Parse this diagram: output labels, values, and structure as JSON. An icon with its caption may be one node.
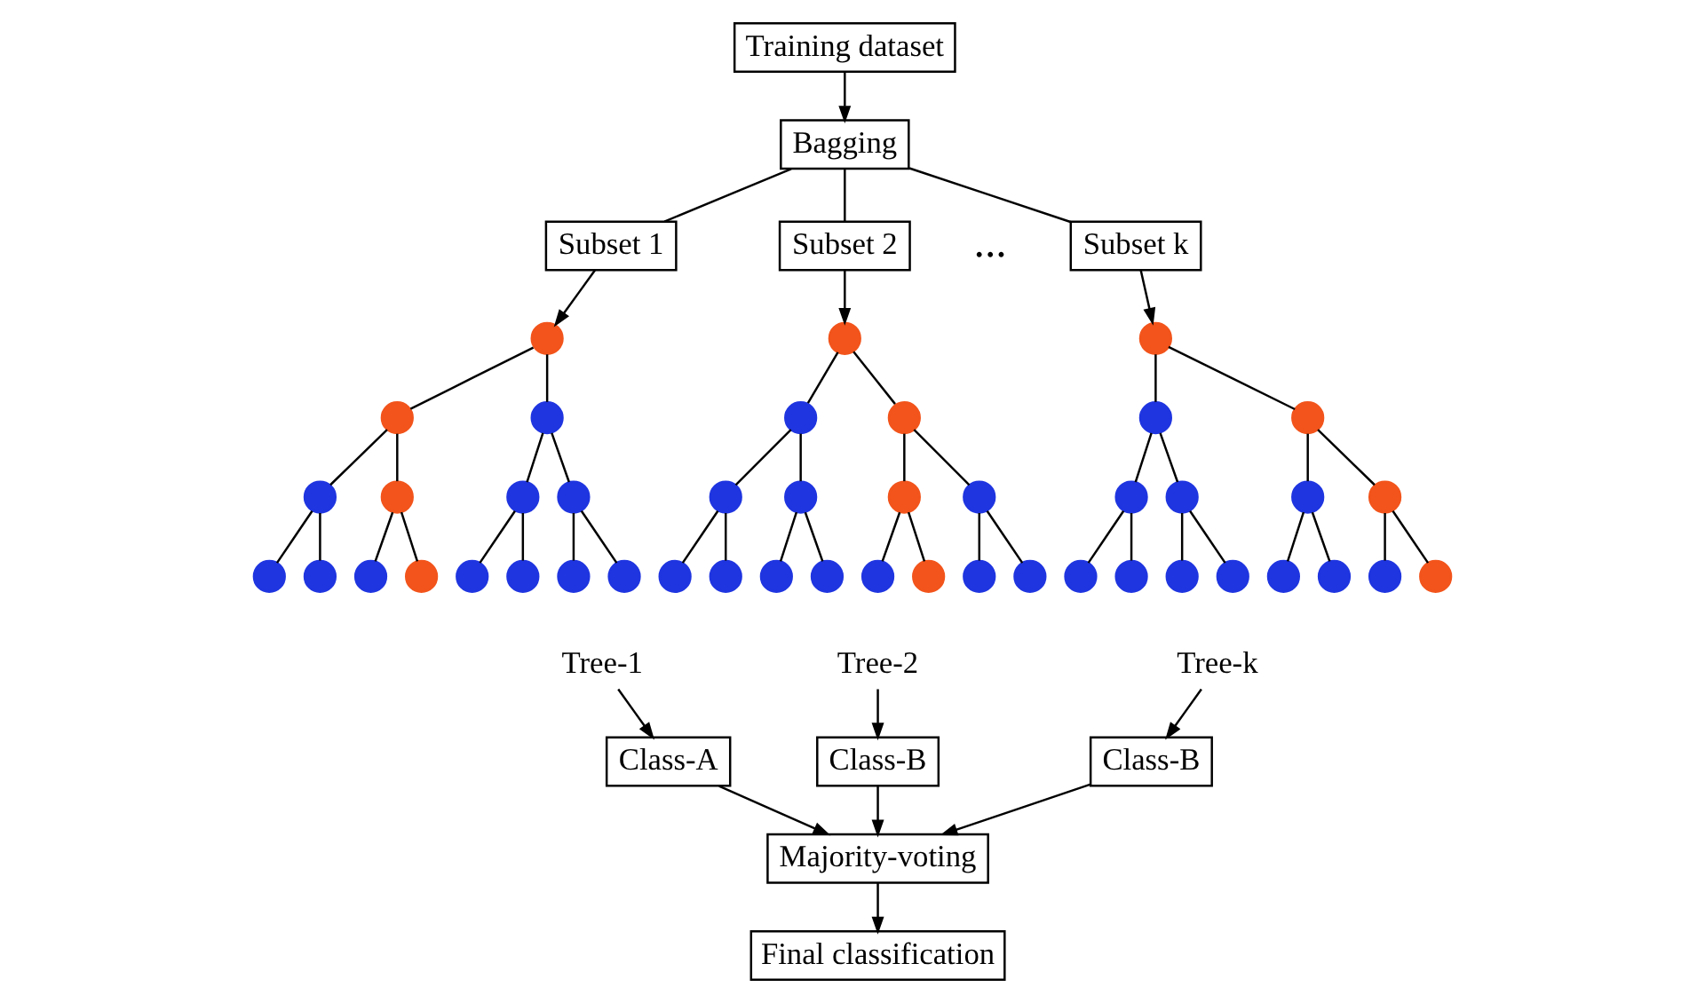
{
  "diagram": {
    "nodes": [
      {
        "text": [
          "Training dataset"
        ]
      },
      {
        "text": [
          "Bagging"
        ]
      },
      {
        "text": [
          "Subset 1"
        ]
      },
      {
        "text": [
          "Subset 2"
        ]
      },
      {
        "text": [
          "Subset k"
        ]
      },
      {
        "text": [],
        "shape": "circle"
      },
      {
        "text": [],
        "shape": "circle"
      },
      {
        "text": [],
        "shape": "circle"
      },
      {
        "text": [],
        "shape": "circle"
      },
      {
        "text": [],
        "shape": "circle"
      },
      {
        "text": [],
        "shape": "circle"
      },
      {
        "text": [],
        "shape": "circle"
      },
      {
        "text": [],
        "shape": "circle"
      },
      {
        "text": [],
        "shape": "circle"
      },
      {
        "text": [],
        "shape": "circle"
      },
      {
        "text": [],
        "shape": "circle"
      },
      {
        "text": [],
        "shape": "circle"
      },
      {
        "text": [],
        "shape": "circle"
      },
      {
        "text": [],
        "shape": "circle"
      },
      {
        "text": [],
        "shape": "circle"
      },
      {
        "text": [],
        "shape": "circle"
      },
      {
        "text": [],
        "shape": "circle"
      },
      {
        "text": [],
        "shape": "circle"
      },
      {
        "text": [],
        "shape": "circle"
      },
      {
        "text": [],
        "shape": "circle"
      },
      {
        "text": [],
        "shape": "circle"
      },
      {
        "text": [],
        "shape": "circle"
      },
      {
        "text": [],
        "shape": "circle"
      },
      {
        "text": [],
        "shape": "circle"
      },
      {
        "text": [],
        "shape": "circle"
      },
      {
        "text": [],
        "shape": "circle"
      },
      {
        "text": [],
        "shape": "circle"
      },
      {
        "text": [],
        "shape": "circle"
      },
      {
        "text": [],
        "shape": "circle"
      },
      {
        "text": [],
        "shape": "circle"
      },
      {
        "text": [],
        "shape": "circle"
      },
      {
        "text": [],
        "shape": "circle"
      },
      {
        "text": [],
        "shape": "circle"
      },
      {
        "text": [],
        "shape": "circle"
      },
      {
        "text": [],
        "shape": "circle"
      },
      {
        "text": [],
        "shape": "circle"
      },
      {
        "text": [],
        "shape": "circle"
      },
      {
        "text": [],
        "shape": "circle"
      },
      {
        "text": [],
        "shape": "circle"
      },
      {
        "text": [],
        "shape": "circle"
      },
      {
        "text": [],
        "shape": "circle"
      },
      {
        "text": [],
        "shape": "circle"
      },
      {
        "text": [],
        "shape": "circle"
      },
      {
        "text": [],
        "shape": "circle"
      },
      {
        "text": [],
        "shape": "circle"
      },
      {
        "text": [
          "Tree-1"
        ]
      },
      {
        "text": [
          "Tree-2"
        ]
      },
      {
        "text": [
          "Tree-k"
        ]
      },
      {
        "text": [
          "Class-A"
        ]
      },
      {
        "text": [
          "Class-B"
        ]
      },
      {
        "text": [
          "Class-B"
        ]
      },
      {
        "text": [
          "Majority-voting"
        ]
      },
      {
        "text": [
          "Final classification"
        ]
      }
    ],
    "edges": [
      {
        "from": 0,
        "to": 1,
        "arrow": "to"
      },
      {
        "from": 1,
        "to": 2,
        "arrow": "none"
      },
      {
        "from": 1,
        "to": 3,
        "arrow": "none"
      },
      {
        "from": 1,
        "to": 4,
        "arrow": "none"
      },
      {
        "from": 2,
        "to": 5,
        "arrow": "to"
      },
      {
        "from": 3,
        "to": 20,
        "arrow": "to"
      },
      {
        "from": 4,
        "to": 35,
        "arrow": "to"
      },
      {
        "from": 5,
        "to": 6,
        "arrow": "none"
      },
      {
        "from": 5,
        "to": 7,
        "arrow": "none"
      },
      {
        "from": 6,
        "to": 8,
        "arrow": "none"
      },
      {
        "from": 6,
        "to": 9,
        "arrow": "none"
      },
      {
        "from": 7,
        "to": 10,
        "arrow": "none"
      },
      {
        "from": 7,
        "to": 11,
        "arrow": "none"
      },
      {
        "from": 8,
        "to": 12,
        "arrow": "none"
      },
      {
        "from": 8,
        "to": 13,
        "arrow": "none"
      },
      {
        "from": 9,
        "to": 14,
        "arrow": "none"
      },
      {
        "from": 9,
        "to": 15,
        "arrow": "none"
      },
      {
        "from": 10,
        "to": 16,
        "arrow": "none"
      },
      {
        "from": 10,
        "to": 17,
        "arrow": "none"
      },
      {
        "from": 11,
        "to": 18,
        "arrow": "none"
      },
      {
        "from": 11,
        "to": 19,
        "arrow": "none"
      },
      {
        "from": 20,
        "to": 21,
        "arrow": "none"
      },
      {
        "from": 20,
        "to": 22,
        "arrow": "none"
      },
      {
        "from": 21,
        "to": 23,
        "arrow": "none"
      },
      {
        "from": 21,
        "to": 24,
        "arrow": "none"
      },
      {
        "from": 22,
        "to": 25,
        "arrow": "none"
      },
      {
        "from": 22,
        "to": 26,
        "arrow": "none"
      },
      {
        "from": 23,
        "to": 27,
        "arrow": "none"
      },
      {
        "from": 23,
        "to": 28,
        "arrow": "none"
      },
      {
        "from": 24,
        "to": 29,
        "arrow": "none"
      },
      {
        "from": 24,
        "to": 30,
        "arrow": "none"
      },
      {
        "from": 25,
        "to": 31,
        "arrow": "none"
      },
      {
        "from": 25,
        "to": 32,
        "arrow": "none"
      },
      {
        "from": 26,
        "to": 33,
        "arrow": "none"
      },
      {
        "from": 26,
        "to": 34,
        "arrow": "none"
      },
      {
        "from": 35,
        "to": 36,
        "arrow": "none"
      },
      {
        "from": 35,
        "to": 37,
        "arrow": "none"
      },
      {
        "from": 36,
        "to": 38,
        "arrow": "none"
      },
      {
        "from": 36,
        "to": 39,
        "arrow": "none"
      },
      {
        "from": 37,
        "to": 40,
        "arrow": "none"
      },
      {
        "from": 37,
        "to": 41,
        "arrow": "none"
      },
      {
        "from": 38,
        "to": 42,
        "arrow": "none"
      },
      {
        "from": 38,
        "to": 43,
        "arrow": "none"
      },
      {
        "from": 39,
        "to": 44,
        "arrow": "none"
      },
      {
        "from": 39,
        "to": 45,
        "arrow": "none"
      },
      {
        "from": 40,
        "to": 46,
        "arrow": "none"
      },
      {
        "from": 40,
        "to": 47,
        "arrow": "none"
      },
      {
        "from": 41,
        "to": 48,
        "arrow": "none"
      },
      {
        "from": 41,
        "to": 49,
        "arrow": "none"
      },
      {
        "from": 50,
        "to": 53,
        "arrow": "to"
      },
      {
        "from": 51,
        "to": 54,
        "arrow": "to"
      },
      {
        "from": 52,
        "to": 55,
        "arrow": "to"
      },
      {
        "from": 53,
        "to": 56,
        "arrow": "to"
      },
      {
        "from": 54,
        "to": 56,
        "arrow": "to"
      },
      {
        "from": 55,
        "to": 56,
        "arrow": "to"
      },
      {
        "from": 56,
        "to": 57,
        "arrow": "to"
      }
    ],
    "labels": [
      "..."
    ]
  }
}
